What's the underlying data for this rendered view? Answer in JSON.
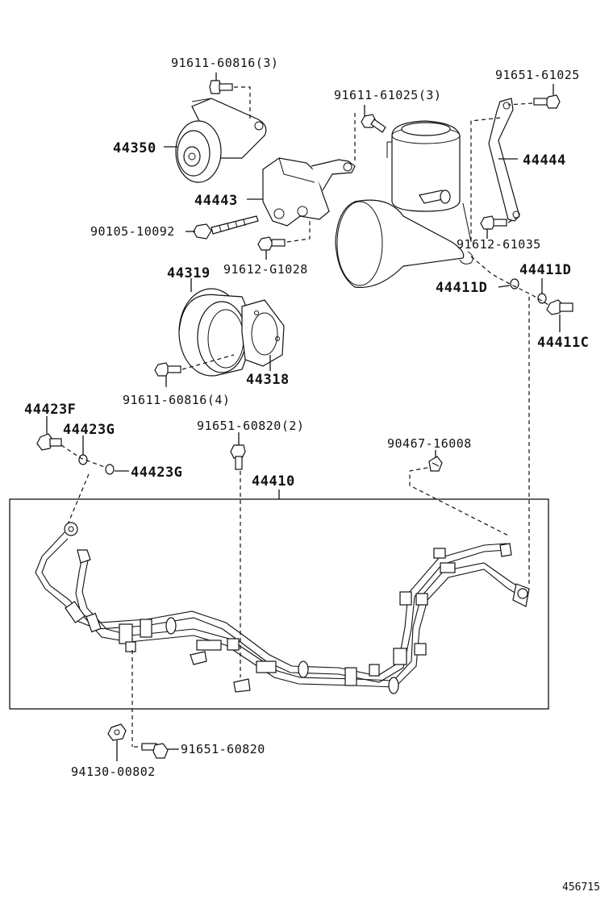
{
  "diagram": {
    "assembly_box_label": "44410",
    "catalog_number": "456715",
    "labels": {
      "l_91611_60816_3": "91611-60816(3)",
      "l_44350": "44350",
      "l_91611_61025_3": "91611-61025(3)",
      "l_91651_61025": "91651-61025",
      "l_44444": "44444",
      "l_44443": "44443",
      "l_90105_10092": "90105-10092",
      "l_91612_61035": "91612-61035",
      "l_91612_G1028": "91612-G1028",
      "l_44411D_a": "44411D",
      "l_44411D_b": "44411D",
      "l_44319": "44319",
      "l_44411C": "44411C",
      "l_44318": "44318",
      "l_91611_60816_4": "91611-60816(4)",
      "l_44423F": "44423F",
      "l_44423G_a": "44423G",
      "l_91651_60820_2": "91651-60820(2)",
      "l_90467_16008": "90467-16008",
      "l_44423G_b": "44423G",
      "l_91651_60820": "91651-60820",
      "l_94130_00802": "94130-00802"
    }
  }
}
